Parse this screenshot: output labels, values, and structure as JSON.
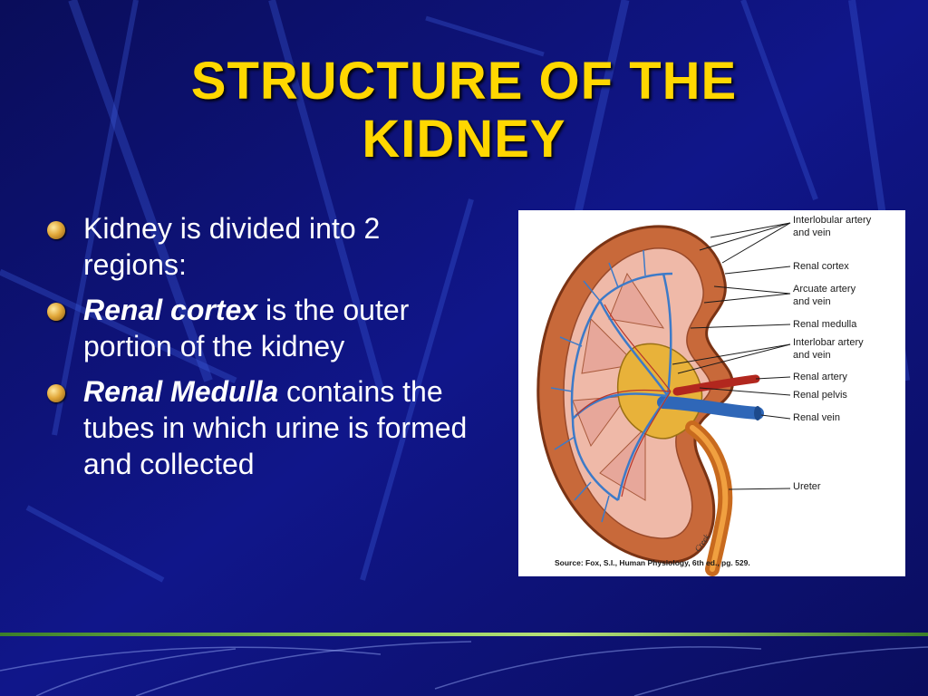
{
  "slide": {
    "title_line1": "STRUCTURE OF THE",
    "title_line2": "KIDNEY",
    "bullets": [
      {
        "plain": "Kidney is divided into 2 regions:"
      },
      {
        "emphasis": "Renal cortex",
        "rest": " is the outer portion of the kidney"
      },
      {
        "emphasis": "Renal Medulla",
        "rest": " contains the tubes in which urine is formed and collected"
      }
    ]
  },
  "figure": {
    "labels": {
      "interlobular_line1": "Interlobular artery",
      "interlobular_line2": "and vein",
      "renal_cortex": "Renal cortex",
      "arcuate_line1": "Arcuate artery",
      "arcuate_line2": "and vein",
      "renal_medulla": "Renal medulla",
      "interlobar_line1": "Interlobar artery",
      "interlobar_line2": "and vein",
      "renal_artery": "Renal artery",
      "renal_pelvis": "Renal pelvis",
      "renal_vein": "Renal vein",
      "ureter": "Ureter"
    },
    "artist_signature": "Creek",
    "source": "Source: Fox, S.I., Human Physiology, 6th ed., pg. 529."
  },
  "colors": {
    "background": "#0b0f6b",
    "title": "#ffd700",
    "text": "#ffffff",
    "bullet": "#e2a83a"
  }
}
